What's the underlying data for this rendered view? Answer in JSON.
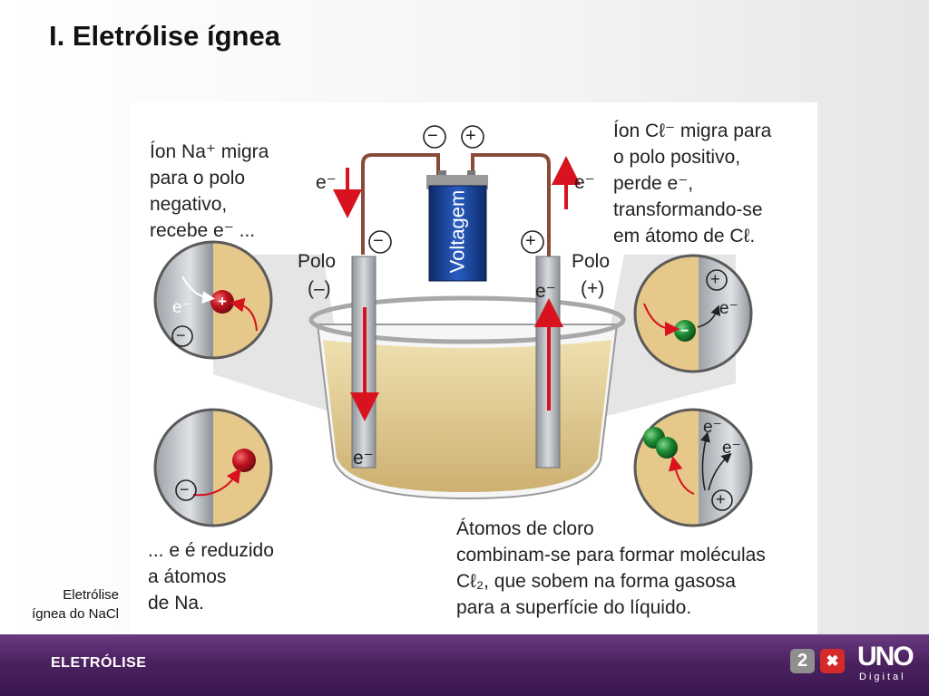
{
  "page": {
    "title": "I. Eletrólise ígnea"
  },
  "caption": {
    "line1": "Eletrólise",
    "line2": "ígnea do NaCl"
  },
  "figure": {
    "battery_label": "Voltagem",
    "battery_top_neg": "−",
    "battery_top_pos": "+",
    "sign_neg": "−",
    "sign_pos": "+",
    "pole_neg": {
      "line1": "Polo",
      "line2": "(–)"
    },
    "pole_pos": {
      "line1": "Polo",
      "line2": "(+)"
    },
    "electron": "e⁻",
    "text_na": [
      "Íon Na⁺ migra",
      "para o polo",
      "negativo,",
      "recebe e⁻ ..."
    ],
    "text_cl": [
      "Íon Cℓ⁻ migra para",
      "o polo positivo,",
      "perde e⁻,",
      "transformando-se",
      "em átomo de Cℓ."
    ],
    "text_reduced": [
      "... e é reduzido",
      "a átomos",
      "de Na."
    ],
    "text_chlorine": [
      "Átomos de cloro",
      "combinam-se para formar moléculas",
      "Cℓ₂, que sobem na forma gasosa",
      "para a superfície do líquido."
    ]
  },
  "footer": {
    "label": "ELETRÓLISE",
    "logo_2": "2",
    "logo_x": "✖",
    "brand": "UNO",
    "brand_sub": "Digital"
  },
  "colors": {
    "footer_purple": "#4b2260",
    "wire": "#8a4a3a",
    "arrow_red": "#d8121f",
    "liquid": "#e3cf96",
    "sodium_ion": "#b0101e",
    "chlorine": "#1e7a2e",
    "logo_gray": "#8f8f8f",
    "logo_red": "#d62a2a"
  }
}
